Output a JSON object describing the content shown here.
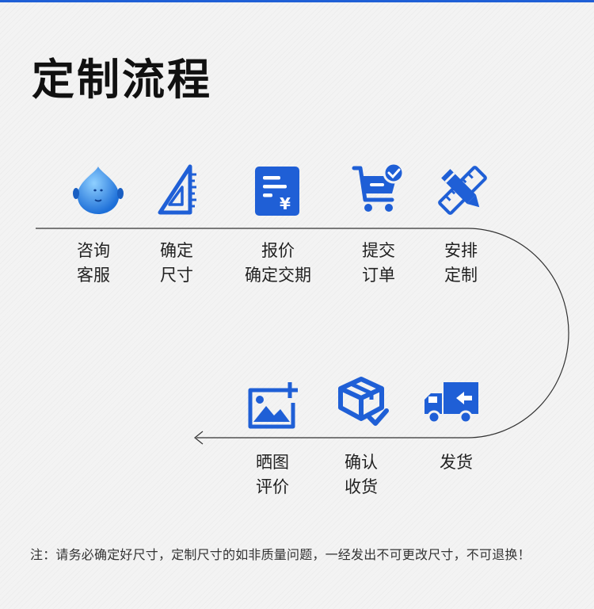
{
  "title": "定制流程",
  "steps": [
    {
      "line1": "咨询",
      "line2": "客服",
      "icon": "customer-service-mascot-icon"
    },
    {
      "line1": "确定",
      "line2": "尺寸",
      "icon": "set-square-ruler-icon"
    },
    {
      "line1": "报价",
      "line2": "确定交期",
      "icon": "quote-yen-document-icon"
    },
    {
      "line1": "提交",
      "line2": "订单",
      "icon": "cart-check-icon"
    },
    {
      "line1": "安排",
      "line2": "定制",
      "icon": "pencil-ruler-icon"
    },
    {
      "line1": "发货",
      "line2": "",
      "icon": "delivery-truck-icon"
    },
    {
      "line1": "确认",
      "line2": "收货",
      "icon": "package-check-icon"
    },
    {
      "line1": "晒图",
      "line2": "评价",
      "icon": "add-image-icon"
    }
  ],
  "note": "注：请务必确定好尺寸，定制尺寸的如非质量问题，一经发出不可更改尺寸，不可退换！",
  "colors": {
    "accent": "#1f5fd6",
    "mascot": "#3b8de8"
  }
}
